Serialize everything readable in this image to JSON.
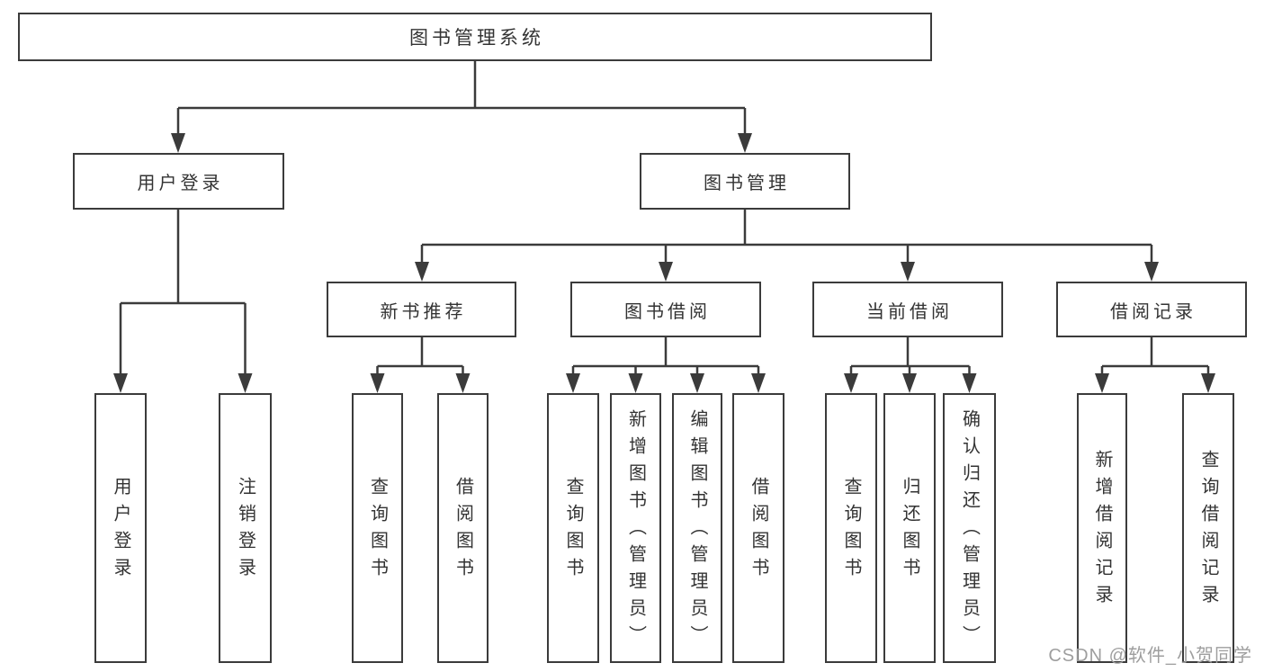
{
  "watermark": "CSDN @软件_小贺同学",
  "diagram": {
    "root": {
      "label": "图书管理系统"
    },
    "branches": [
      {
        "label": "用户登录",
        "children": [
          {
            "label": "用户登录"
          },
          {
            "label": "注销登录"
          }
        ]
      },
      {
        "label": "图书管理",
        "groups": [
          {
            "label": "新书推荐",
            "children": [
              {
                "label": "查询图书"
              },
              {
                "label": "借阅图书"
              }
            ]
          },
          {
            "label": "图书借阅",
            "children": [
              {
                "label": "查询图书"
              },
              {
                "label": "新增图书（管理员）"
              },
              {
                "label": "编辑图书（管理员）"
              },
              {
                "label": "借阅图书"
              }
            ]
          },
          {
            "label": "当前借阅",
            "children": [
              {
                "label": "查询图书"
              },
              {
                "label": "归还图书"
              },
              {
                "label": "确认归还（管理员）"
              }
            ]
          },
          {
            "label": "借阅记录",
            "children": [
              {
                "label": "新增借阅记录"
              },
              {
                "label": "查询借阅记录"
              }
            ]
          }
        ]
      }
    ]
  }
}
